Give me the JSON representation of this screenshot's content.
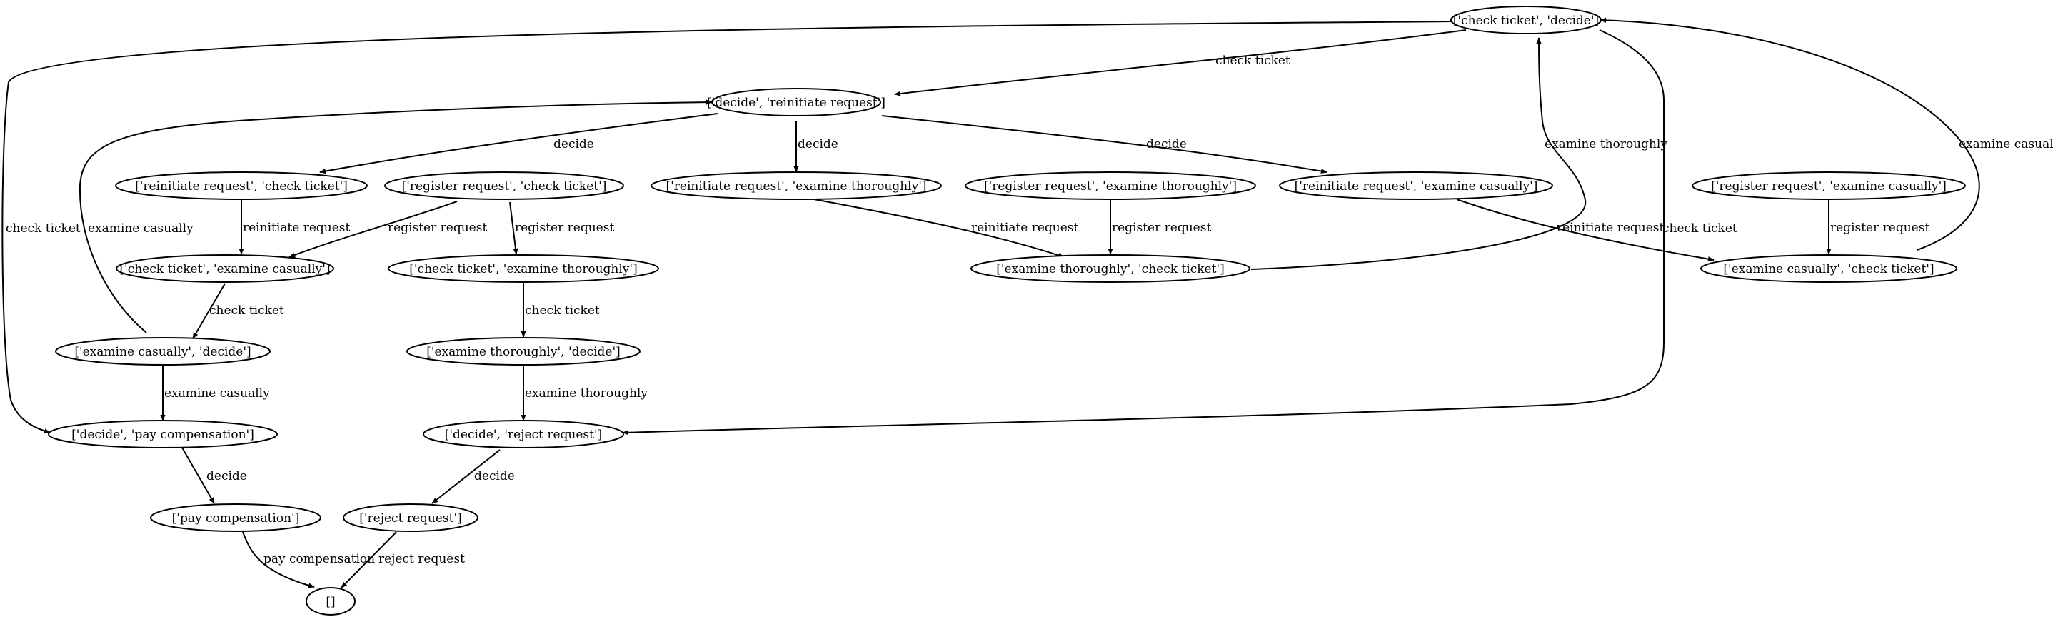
{
  "diagram": {
    "nodes": {
      "n_check_decide": "['check ticket', 'decide']",
      "n_decide_reinitiate": "['decide', 'reinitiate request']",
      "n_reinit_check": "['reinitiate request', 'check ticket']",
      "n_register_check": "['register request', 'check ticket']",
      "n_reinit_exam_thor": "['reinitiate request', 'examine thoroughly']",
      "n_register_exam_thor": "['register request', 'examine thoroughly']",
      "n_reinit_exam_cas": "['reinitiate request', 'examine casually']",
      "n_register_exam_cas": "['register request', 'examine casually']",
      "n_check_exam_cas": "['check ticket', 'examine casually']",
      "n_check_exam_thor": "['check ticket', 'examine thoroughly']",
      "n_exam_thor_check": "['examine thoroughly', 'check ticket']",
      "n_exam_cas_check": "['examine casually', 'check ticket']",
      "n_exam_cas_decide": "['examine casually', 'decide']",
      "n_exam_thor_decide": "['examine thoroughly', 'decide']",
      "n_decide_pay": "['decide', 'pay compensation']",
      "n_decide_reject": "['decide', 'reject request']",
      "n_pay": "['pay compensation']",
      "n_reject": "['reject request']",
      "n_empty": "[]"
    },
    "edges": {
      "e1": "check ticket",
      "e2": "check ticket",
      "e3": "check ticket",
      "e4": "decide",
      "e5": "decide",
      "e6": "decide",
      "e7": "examine thoroughly",
      "e8": "examine casually",
      "e9": "examine casually",
      "e10": "reinitiate request",
      "e11": "register request",
      "e12": "register request",
      "e13": "reinitiate request",
      "e14": "register request",
      "e15": "reinitiate request",
      "e16": "register request",
      "e17": "check ticket",
      "e18": "check ticket",
      "e19": "examine casually",
      "e20": "examine thoroughly",
      "e21": "decide",
      "e22": "decide",
      "e23": "pay compensation",
      "e24": "reject request"
    }
  }
}
